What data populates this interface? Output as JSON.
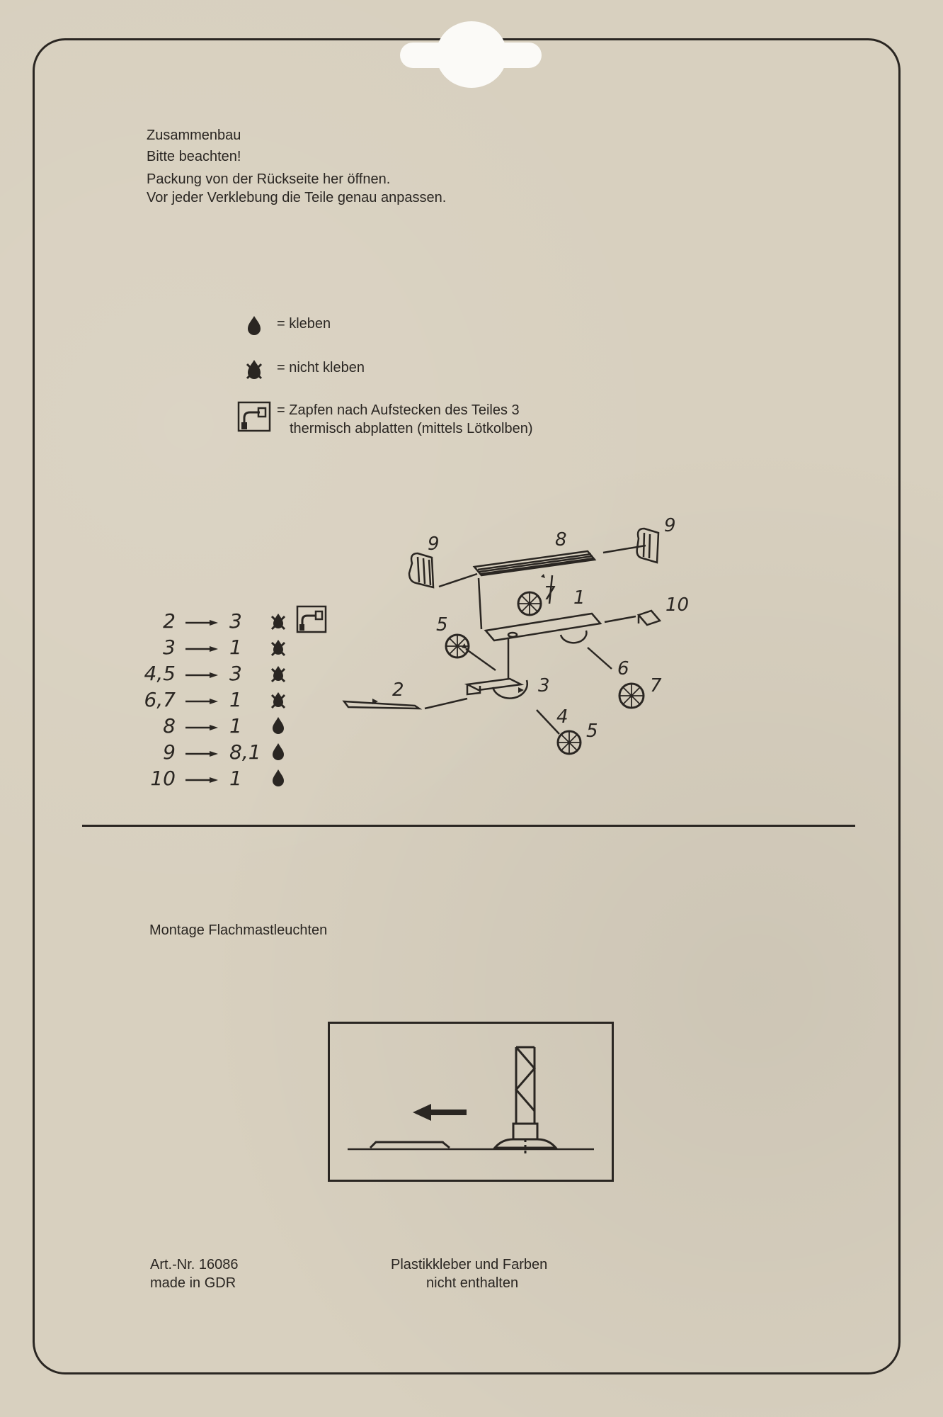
{
  "header": {
    "title": "Zusammenbau",
    "notice": "Bitte beachten!",
    "line1": "Packung von der Rückseite her öffnen.",
    "line2": "Vor jeder Verklebung die Teile genau anpassen."
  },
  "legend": {
    "glue": {
      "icon": "glue-drop-icon",
      "label": "= kleben"
    },
    "no_glue": {
      "icon": "no-glue-icon",
      "label": "= nicht kleben"
    },
    "heat_stake": {
      "icon": "heat-stake-icon",
      "line1": "= Zapfen nach Aufstecken des Teiles 3",
      "line2": "thermisch abplatten (mittels Lötkolben)"
    }
  },
  "steps": [
    {
      "from": "2",
      "to": "3",
      "symbol": "no-glue-icon",
      "extra": "heat-stake-icon"
    },
    {
      "from": "3",
      "to": "1",
      "symbol": "no-glue-icon"
    },
    {
      "from": "4,5",
      "to": "3",
      "symbol": "no-glue-icon"
    },
    {
      "from": "6,7",
      "to": "1",
      "symbol": "no-glue-icon"
    },
    {
      "from": "8",
      "to": "1",
      "symbol": "glue-drop-icon"
    },
    {
      "from": "9",
      "to": "8,1",
      "symbol": "glue-drop-icon"
    },
    {
      "from": "10",
      "to": "1",
      "symbol": "glue-drop-icon"
    }
  ],
  "exploded_view": {
    "part_labels": [
      "9",
      "8",
      "9",
      "7",
      "1",
      "10",
      "5",
      "6",
      "7",
      "2",
      "3",
      "4",
      "5"
    ]
  },
  "section2": {
    "title": "Montage Flachmastleuchten"
  },
  "footer": {
    "art_nr": "Art.-Nr. 16086",
    "origin": "made in GDR",
    "note1": "Plastikkleber und Farben",
    "note2": "nicht enthalten"
  },
  "colors": {
    "ink": "#2a2622",
    "paper": "#d8d0bf",
    "hanger": "#fbfaf7"
  }
}
